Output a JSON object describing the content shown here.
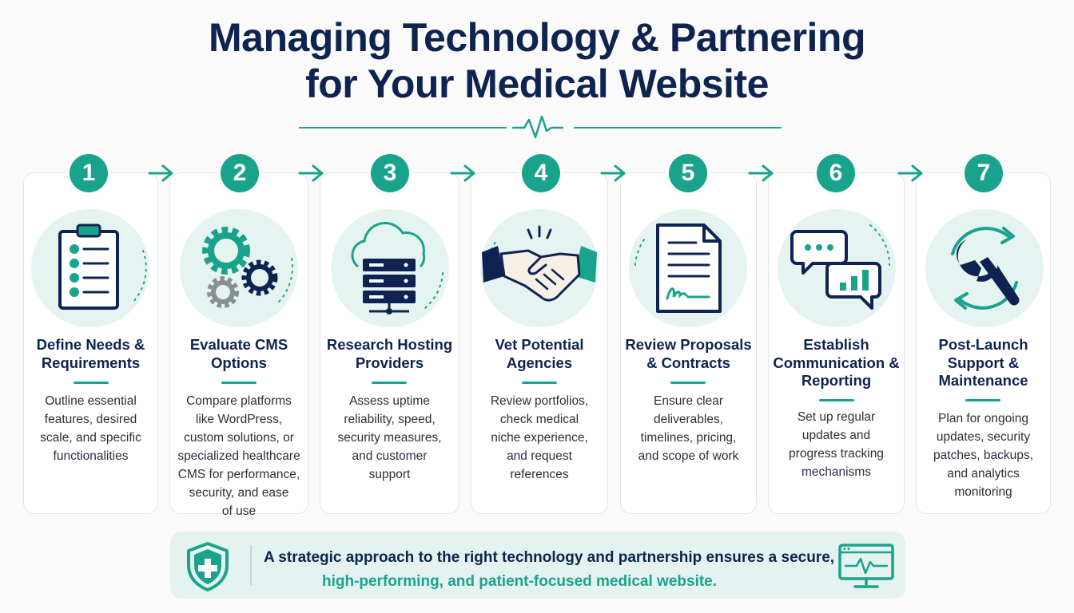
{
  "title": {
    "line1": "Managing Technology & Partnering",
    "line2": "for Your Medical Website"
  },
  "colors": {
    "navy": "#0f2350",
    "teal": "#1aa38c",
    "mint_bg": "#e6f4f1",
    "banner_bg": "#e4f3ef"
  },
  "steps": [
    {
      "number": "1",
      "icon": "clipboard-checklist-icon",
      "title": [
        "Define Needs &",
        "Requirements"
      ],
      "desc": [
        "Outline essential",
        "features, desired",
        "scale, and specific",
        "functionalities"
      ]
    },
    {
      "number": "2",
      "icon": "gears-icon",
      "title": [
        "Evaluate CMS",
        "Options"
      ],
      "desc": [
        "Compare platforms",
        "like WordPress,",
        "custom solutions, or",
        "specialized healthcare",
        "CMS for performance,",
        "security, and ease",
        "of use"
      ]
    },
    {
      "number": "3",
      "icon": "cloud-server-icon",
      "title": [
        "Research Hosting",
        "Providers"
      ],
      "desc": [
        "Assess uptime",
        "reliability, speed,",
        "security measures,",
        "and customer",
        "support"
      ]
    },
    {
      "number": "4",
      "icon": "handshake-icon",
      "title": [
        "Vet Potential",
        "Agencies"
      ],
      "desc": [
        "Review portfolios,",
        "check medical",
        "niche experience,",
        "and request",
        "references"
      ]
    },
    {
      "number": "5",
      "icon": "signed-document-icon",
      "title": [
        "Review Proposals",
        "& Contracts"
      ],
      "desc": [
        "Ensure clear",
        "deliverables,",
        "timelines, pricing,",
        "and scope of work"
      ]
    },
    {
      "number": "6",
      "icon": "chat-analytics-icon",
      "title": [
        "Establish",
        "Communication &",
        "Reporting"
      ],
      "desc": [
        "Set up regular",
        "updates and",
        "progress tracking",
        "mechanisms"
      ]
    },
    {
      "number": "7",
      "icon": "wrench-refresh-icon",
      "title": [
        "Post-Launch",
        "Support &",
        "Maintenance"
      ],
      "desc": [
        "Plan for ongoing",
        "updates, security",
        "patches, backups,",
        "and analytics",
        "monitoring"
      ]
    }
  ],
  "banner": {
    "line1": "A strategic approach to the right technology and partnership ensures a secure,",
    "line2": "high-performing, and patient-focused medical website.",
    "left_icon": "shield-cross-icon",
    "right_icon": "monitor-heartbeat-icon"
  }
}
